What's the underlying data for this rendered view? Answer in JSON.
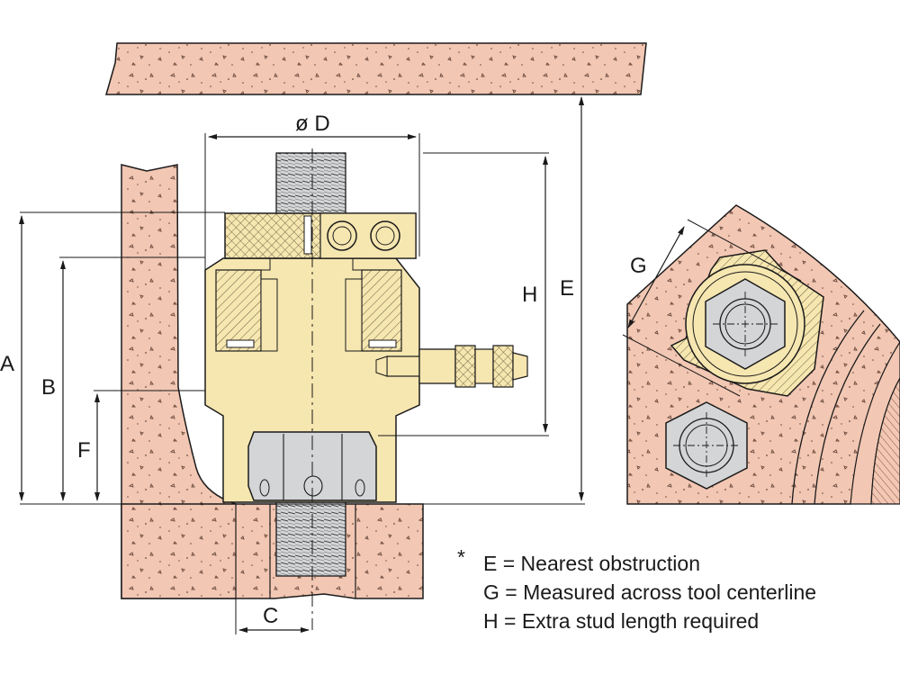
{
  "dimensions": {
    "a": "A",
    "b": "B",
    "c": "C",
    "d": "ø D",
    "e": "E",
    "f": "F",
    "g": "G",
    "h": "H"
  },
  "notes": {
    "asterisk": "*",
    "items": [
      "E = Nearest obstruction",
      "G = Measured across tool centerline",
      "H = Extra stud length required"
    ]
  },
  "colors": {
    "concrete": "#f2c7b3",
    "tool_body": "#f6e6b0",
    "steel": "#d3d5d6",
    "line": "#1a1a1a"
  }
}
